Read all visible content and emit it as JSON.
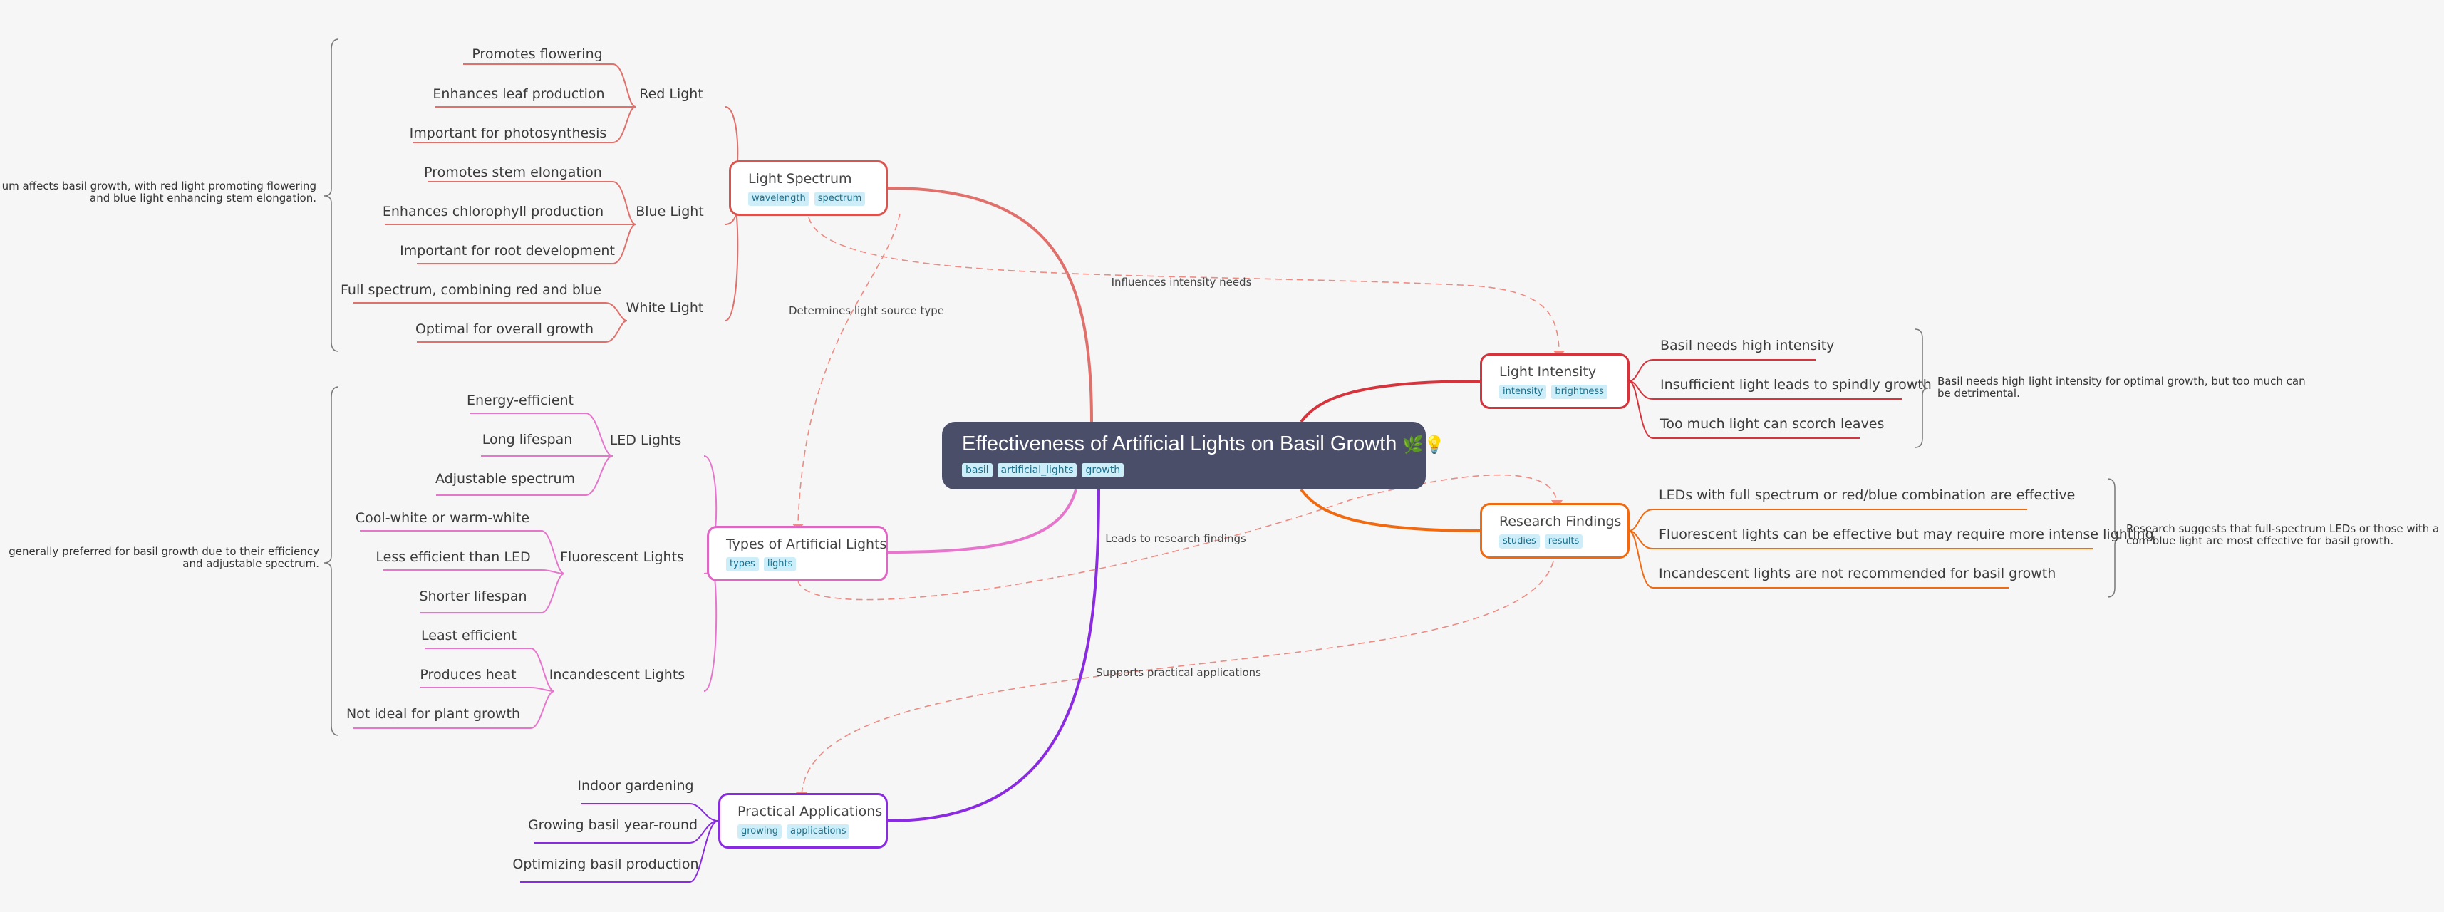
{
  "center": {
    "title": "Effectiveness of Artificial Lights on Basil Growth",
    "emoji_leaf": "🌿",
    "emoji_bulb": "💡",
    "tags": [
      "basil",
      "artificial_lights",
      "growth"
    ]
  },
  "branches": {
    "light_spectrum": {
      "title": "Light Spectrum",
      "tags": [
        "wavelength",
        "spectrum"
      ],
      "color": "#d9534f",
      "note": "um affects basil growth, with red light promoting flowering and blue light enhancing stem elongation.",
      "groups": [
        {
          "label": "Red Light",
          "items": [
            "Promotes flowering",
            "Enhances leaf production",
            "Important for photosynthesis"
          ]
        },
        {
          "label": "Blue Light",
          "items": [
            "Promotes stem elongation",
            "Enhances chlorophyll production",
            "Important for root development"
          ]
        },
        {
          "label": "White Light",
          "items": [
            "Full spectrum, combining red and blue",
            "Optimal for overall growth"
          ]
        }
      ]
    },
    "types": {
      "title": "Types of Artificial Lights",
      "tags": [
        "types",
        "lights"
      ],
      "color": "#e066c4",
      "note": "generally preferred for basil growth due to their efficiency and adjustable spectrum.",
      "groups": [
        {
          "label": "LED Lights",
          "items": [
            "Energy-efficient",
            "Long lifespan",
            "Adjustable spectrum"
          ]
        },
        {
          "label": "Fluorescent Lights",
          "items": [
            "Cool-white or warm-white",
            "Less efficient than LED",
            "Shorter lifespan"
          ]
        },
        {
          "label": "Incandescent Lights",
          "items": [
            "Least efficient",
            "Produces heat",
            "Not ideal for plant growth"
          ]
        }
      ]
    },
    "practical": {
      "title": "Practical Applications",
      "tags": [
        "growing",
        "applications"
      ],
      "color": "#8a2be2",
      "items": [
        "Indoor gardening",
        "Growing basil year-round",
        "Optimizing basil production"
      ]
    },
    "intensity": {
      "title": "Light Intensity",
      "tags": [
        "intensity",
        "brightness"
      ],
      "color": "#d6343d",
      "items": [
        "Basil needs high intensity",
        "Insufficient light leads to spindly growth",
        "Too much light can scorch leaves"
      ],
      "note": "Basil needs high light intensity for optimal growth, but too much can be detrimental."
    },
    "research": {
      "title": "Research Findings",
      "tags": [
        "studies",
        "results"
      ],
      "color": "#f06a12",
      "items": [
        "LEDs with full spectrum or red/blue combination are effective",
        "Fluorescent lights can be effective but may require more intense lighting",
        "Incandescent lights are not recommended for basil growth"
      ],
      "note": "Research suggests that full-spectrum LEDs or those with a com blue light are most effective for basil growth."
    }
  },
  "relations": {
    "influences": "Influences intensity needs",
    "determines": "Determines light source type",
    "leads": "Leads to research findings",
    "supports": "Supports practical applications",
    "color": "#ee8a82"
  }
}
